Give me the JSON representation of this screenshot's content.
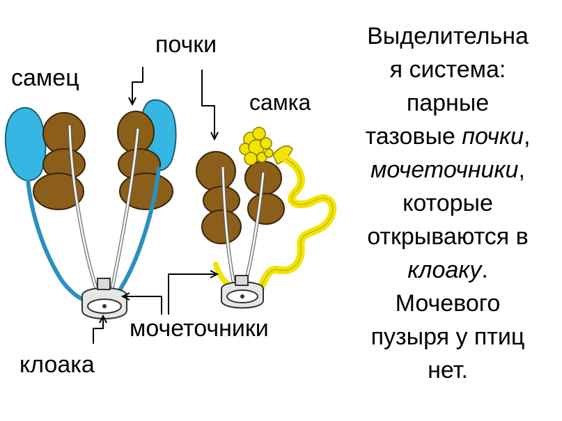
{
  "labels": {
    "kidneys": "почки",
    "male": "самец",
    "female": "самка",
    "ureters": "мочеточники",
    "cloaca": "клоака"
  },
  "description": {
    "line1": "Выделительна",
    "line2": "я система:",
    "line3": "парные",
    "line4_a": "тазовые ",
    "line4_b": "почки",
    "line4_c": ",",
    "line5_a": "мочеточники",
    "line5_b": ",",
    "line6": "которые",
    "line7": "открываются в",
    "line8_a": "клоаку",
    "line8_b": ".",
    "line9": "Мочевого",
    "line10": "пузыря у птиц",
    "line11": "нет."
  },
  "colors": {
    "kidney": "#8B5E1A",
    "testis": "#36B6E3",
    "vas_deferens": "#6FC6E6",
    "ovary_oviduct": "#F2E400",
    "ureter": "#F2F2F2",
    "cloaca": "#E6E6E6",
    "pointer": "#000000"
  }
}
